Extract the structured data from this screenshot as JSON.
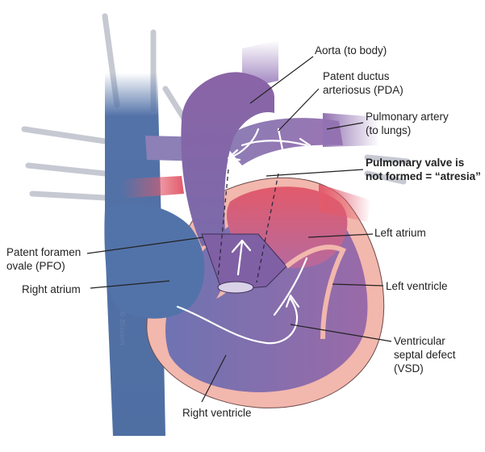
{
  "labels": {
    "aorta": "Aorta (to body)",
    "pda_line1": "Patent ductus",
    "pda_line2": "arteriosus (PDA)",
    "pulmonary_artery_line1": "Pulmonary artery",
    "pulmonary_artery_line2": "(to lungs)",
    "pulmonary_valve_line1": "Pulmonary valve is",
    "pulmonary_valve_line2": "not formed = “atresia”",
    "left_atrium": "Left atrium",
    "pfo_line1": "Patent foramen",
    "pfo_line2": "ovale (PFO)",
    "right_atrium": "Right atrium",
    "left_ventricle": "Left ventricle",
    "vsd_line1": "Ventricular",
    "vsd_line2": "septal defect",
    "vsd_line3": "(VSD)",
    "right_ventricle": "Right ventricle"
  },
  "signature": "© Blausen",
  "colors": {
    "deoxygenated_blue": "#4f6fa3",
    "oxygenated_red": "#e0596a",
    "mixed_purple": "#8a64a6",
    "heart_wall_pink": "#f2b7ad",
    "vessel_gray": "#c6c9d2",
    "leader_line": "#222222"
  },
  "icons": {
    "flow_arrow": "white-outline-arrow"
  }
}
